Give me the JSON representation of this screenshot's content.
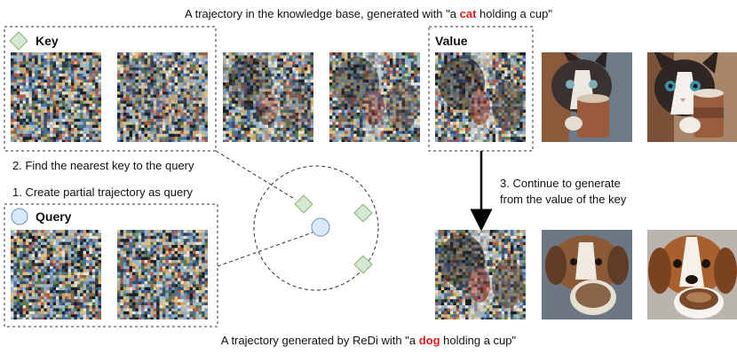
{
  "top_caption": {
    "before": "A trajectory in the knowledge base, generated with \"a ",
    "highlight": "cat",
    "after": " holding a cup\""
  },
  "bottom_caption": {
    "before": "A trajectory generated by ReDi with \"a ",
    "highlight": "dog",
    "after": " holding a cup\""
  },
  "key_label": "Key",
  "value_label": "Value",
  "query_label": "Query",
  "step1": "1. Create partial trajectory as query",
  "step2": "2. Find the nearest key to the query",
  "step3_line1": "3. Continue to generate",
  "step3_line2": "from the value of the key",
  "colors": {
    "highlight": "#d81b1b",
    "key_fill": "#d5e8d4",
    "key_stroke": "#82b366",
    "query_fill": "#dae8fc",
    "query_stroke": "#6c8ebf"
  }
}
